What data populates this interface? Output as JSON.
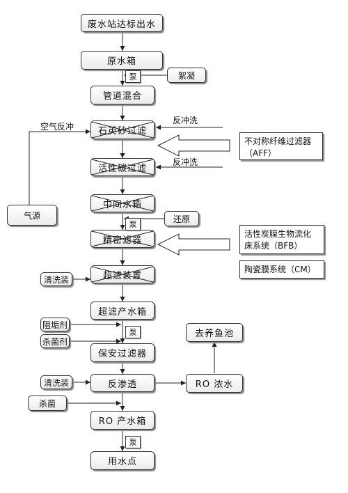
{
  "nodes": {
    "wastewater_outlet": "废水站达标出水",
    "raw_tank": "原水箱",
    "pipe_mixing": "管道混合",
    "quartz_filter": "石英砂过滤",
    "carbon_filter": "活性碳过滤",
    "middle_tank": "中间水箱",
    "precision_filter": "精密滤器",
    "uf_device": "超滤装置",
    "uf_product_tank": "超滤产水箱",
    "security_filter": "保安过滤器",
    "reverse_osmosis": "反渗透",
    "ro_concentrate": "RO 浓水",
    "fish_pond": "去养鱼池",
    "ro_product_tank": "RO 产水箱",
    "use_point": "用水点"
  },
  "side": {
    "flocculant": "絮凝",
    "backwash1": "反冲洗",
    "backwash2": "反冲洗",
    "air_backwash": "空气反冲",
    "air_source": "气源",
    "reduction": "还原",
    "cleaning1": "清洗装",
    "antiscalant": "阻垢剂",
    "biocide": "杀菌剂",
    "cleaning2": "清洗装",
    "sterilize": "杀菌"
  },
  "pumps": {
    "p1": "泵",
    "p2": "泵",
    "p3": "泵",
    "p4": "泵"
  },
  "replacements": {
    "aff_line1": "不对称纤维过滤器",
    "aff_line2": "（AFF）",
    "bfb_line1": "活性炭膜生物流化",
    "bfb_line2": "床系统（BFB）",
    "cm": "陶瓷膜系统（CM）"
  },
  "colors": {
    "line": "#222222",
    "border": "#333333",
    "shadow": "#8a8a8a"
  }
}
